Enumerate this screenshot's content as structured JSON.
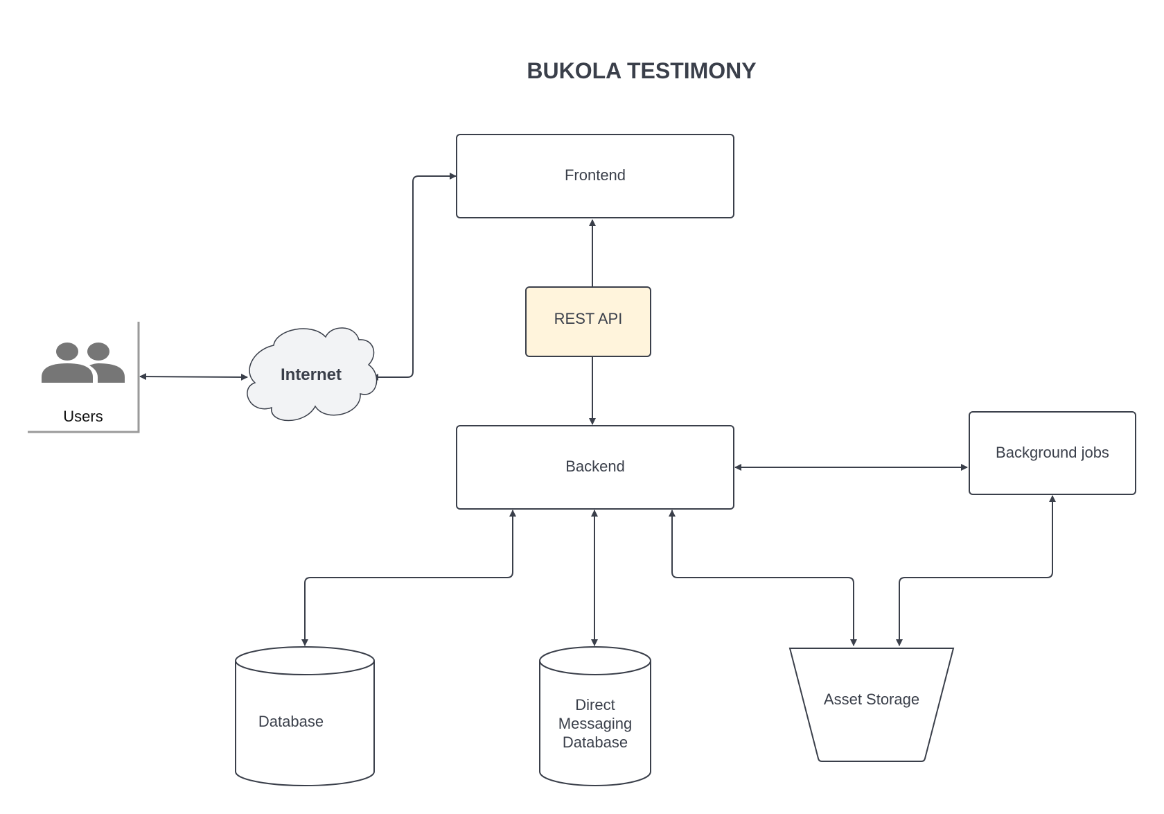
{
  "diagram": {
    "title": "BUKOLA TESTIMONY",
    "nodes": {
      "users": {
        "label": "Users",
        "icon": "users-icon"
      },
      "internet": {
        "label": "Internet",
        "icon": "cloud-icon"
      },
      "frontend": {
        "label": "Frontend"
      },
      "rest_api": {
        "label": "REST API"
      },
      "backend": {
        "label": "Backend"
      },
      "background_jobs": {
        "label": "Background jobs"
      },
      "database": {
        "label": "Database"
      },
      "dm_database": {
        "label_lines": [
          "Direct",
          "Messaging",
          "Database"
        ]
      },
      "asset_storage": {
        "label": "Asset Storage"
      }
    },
    "edges": [
      {
        "from": "users",
        "to": "internet",
        "direction": "both"
      },
      {
        "from": "internet",
        "to": "frontend",
        "direction": "both"
      },
      {
        "from": "rest_api",
        "to": "frontend",
        "direction": "forward"
      },
      {
        "from": "rest_api",
        "to": "backend",
        "direction": "forward"
      },
      {
        "from": "backend",
        "to": "background_jobs",
        "direction": "both"
      },
      {
        "from": "backend",
        "to": "database",
        "direction": "both"
      },
      {
        "from": "backend",
        "to": "dm_database",
        "direction": "both"
      },
      {
        "from": "backend",
        "to": "asset_storage",
        "direction": "both"
      },
      {
        "from": "background_jobs",
        "to": "asset_storage",
        "direction": "both"
      }
    ],
    "colors": {
      "stroke": "#3a3f4a",
      "rest_api_fill": "#fff4dc",
      "cloud_fill": "#f2f3f5",
      "users_icon": "#767676"
    }
  }
}
